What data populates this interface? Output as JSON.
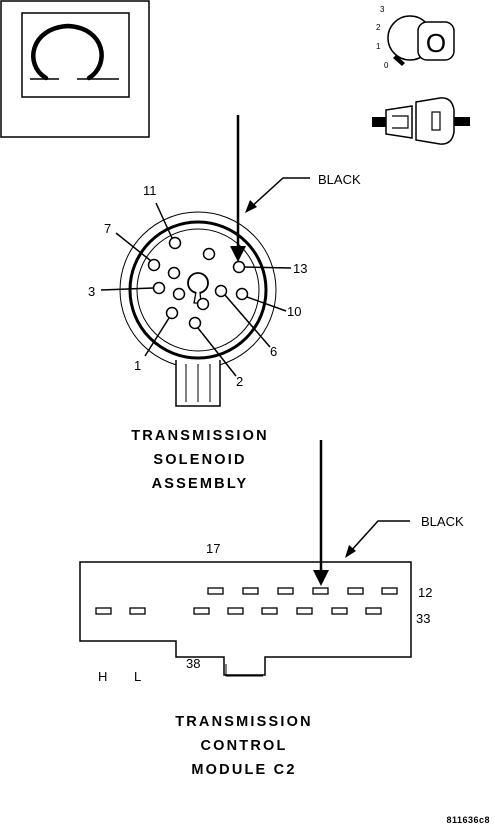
{
  "symbol": {
    "icon": "ohms-symbol-icon",
    "glyph": "Ω"
  },
  "ignition": {
    "positions": [
      "3",
      "2",
      "1",
      "0"
    ],
    "key_label": "O",
    "icons": [
      "ignition-key-icon",
      "connector-probe-icon"
    ]
  },
  "solenoid_connector": {
    "wire_color": "BLACK",
    "pins": [
      "11",
      "7",
      "3",
      "1",
      "2",
      "6",
      "10",
      "13"
    ],
    "title_lines": [
      "TRANSMISSION",
      "SOLENOID",
      "ASSEMBLY"
    ]
  },
  "module_connector": {
    "wire_color": "BLACK",
    "pin_labels": [
      "17",
      "12",
      "33",
      "38",
      "H",
      "L"
    ],
    "title_lines": [
      "TRANSMISSION",
      "CONTROL",
      "MODULE C2"
    ]
  },
  "figure_code": "811636c8"
}
